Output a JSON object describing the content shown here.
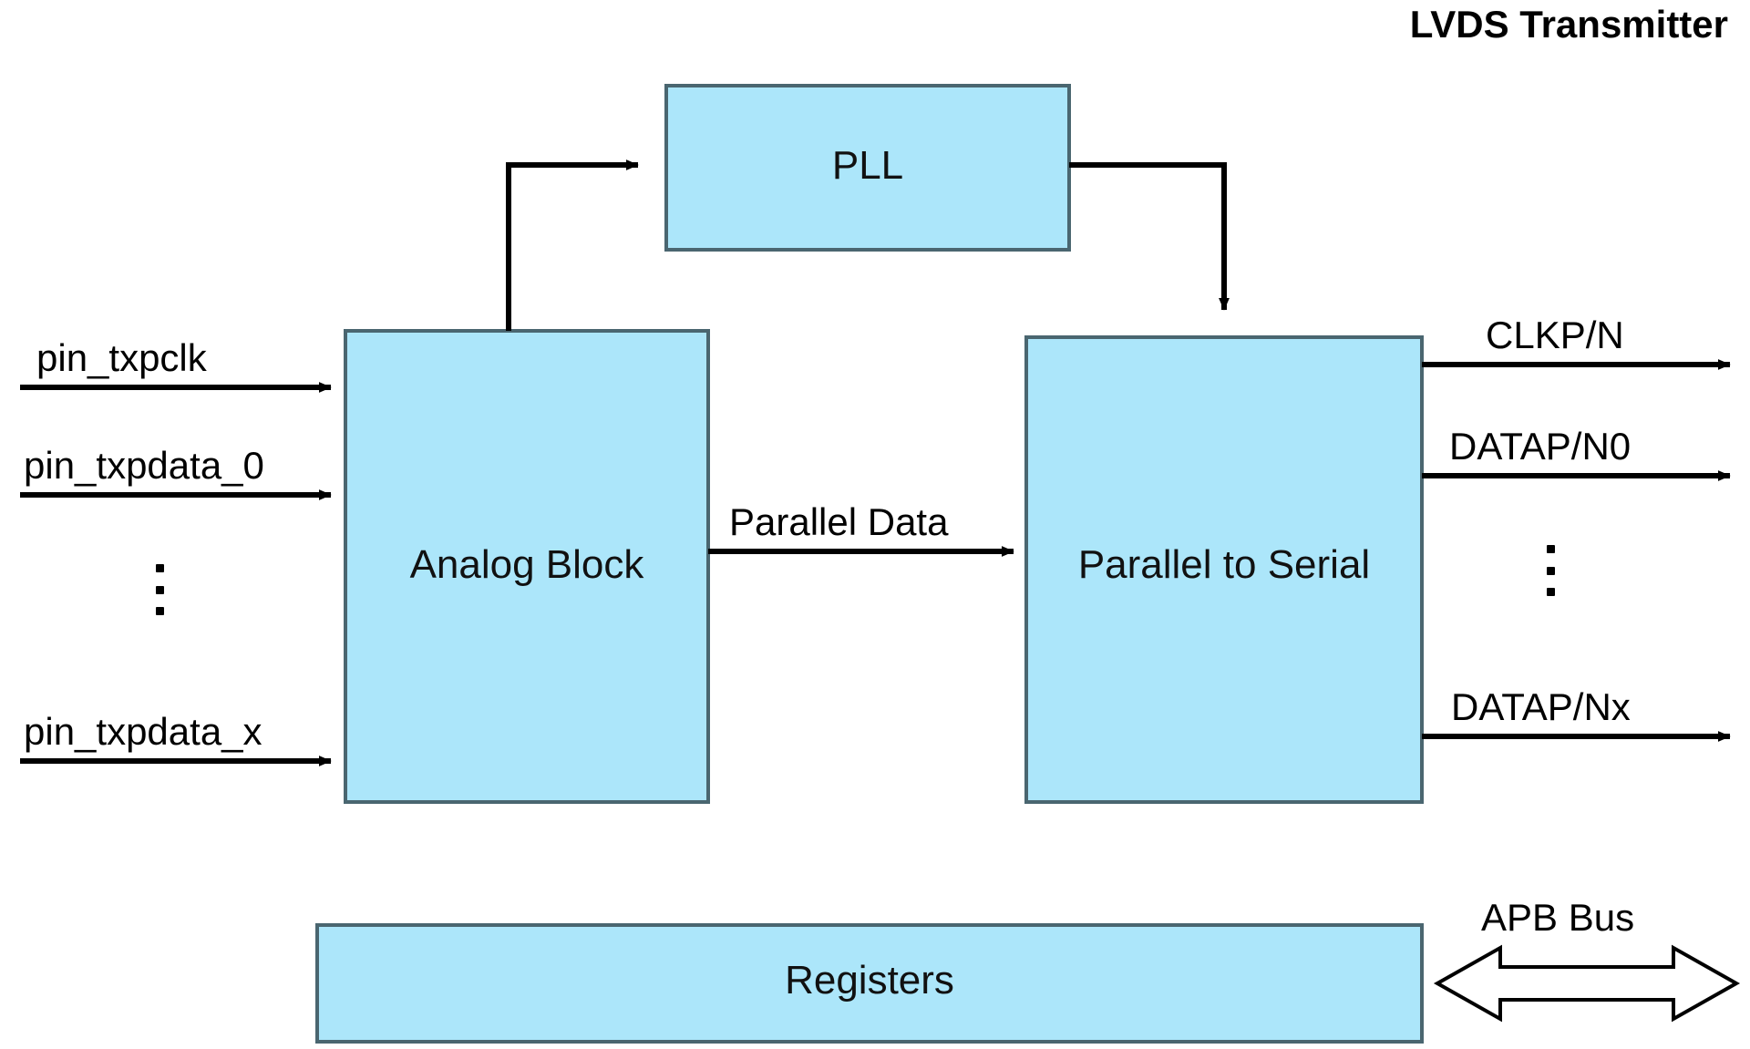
{
  "title": "LVDS Transmitter",
  "colors": {
    "block_fill": "#ACE6FA",
    "block_border": "#4A6670",
    "line": "#000000",
    "text": "#000000",
    "background": "#FFFFFF"
  },
  "blocks": [
    {
      "id": "pll",
      "label": "PLL"
    },
    {
      "id": "analog_block",
      "label": "Analog Block"
    },
    {
      "id": "parallel_to_serial",
      "label": "Parallel to Serial"
    },
    {
      "id": "registers",
      "label": "Registers"
    }
  ],
  "inputs": [
    {
      "id": "pin_txpclk",
      "label": "pin_txpclk"
    },
    {
      "id": "pin_txpdata_0",
      "label": "pin_txpdata_0"
    },
    {
      "id": "input_ellipsis",
      "label": "⋮"
    },
    {
      "id": "pin_txpdata_x",
      "label": "pin_txpdata_x"
    }
  ],
  "outputs": [
    {
      "id": "clkp_n",
      "label": "CLKP/N"
    },
    {
      "id": "datap_n0",
      "label": "DATAP/N0"
    },
    {
      "id": "output_ellipsis",
      "label": "⋮"
    },
    {
      "id": "datap_nx",
      "label": "DATAP/Nx"
    }
  ],
  "internal_signals": [
    {
      "id": "parallel_data",
      "label": "Parallel Data"
    }
  ],
  "bus": {
    "id": "apb_bus",
    "label": "APB Bus",
    "direction": "bidirectional"
  }
}
